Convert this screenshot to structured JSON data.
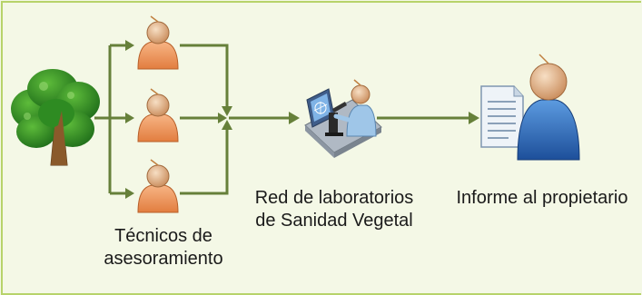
{
  "labels": {
    "tecnicos_line1": "Técnicos de",
    "tecnicos_line2": "asesoramiento",
    "red_line1": "Red de laboratorios",
    "red_line2": "de Sanidad Vegetal",
    "informe": "Informe al propietario"
  },
  "icons": [
    "tree-icon",
    "technician-icon",
    "lab-technician-icon",
    "document-icon",
    "owner-icon"
  ],
  "colors": {
    "arrow": "#66803a",
    "border": "#b7d36a",
    "background": "#f4f8e6",
    "technician_body": "#f0a068",
    "owner_body": "#2f6fc0",
    "tree_foliage": "#2e8b22",
    "tree_trunk": "#8a5a2b"
  }
}
